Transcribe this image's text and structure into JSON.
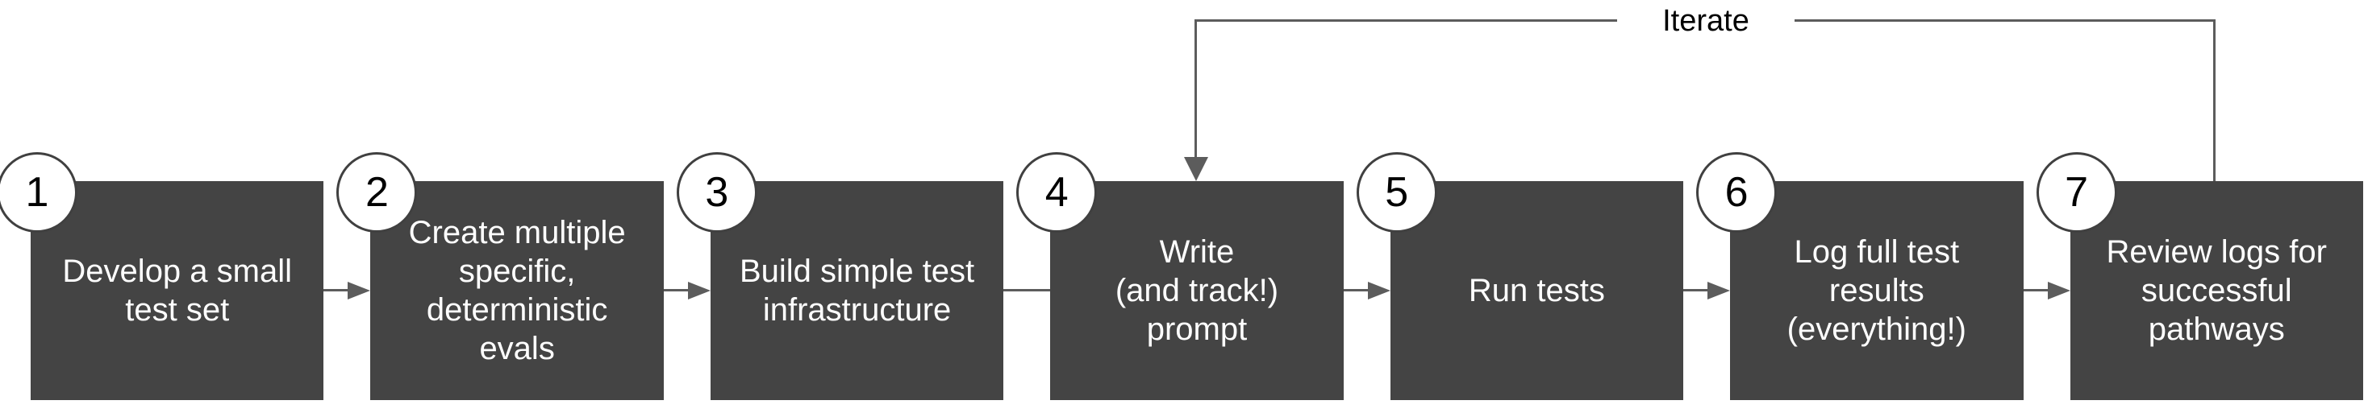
{
  "diagram": {
    "loop": {
      "label": "Iterate",
      "from_step": "7",
      "to_step": "4"
    },
    "steps": [
      {
        "number": "1",
        "label": "Develop a small\ntest set"
      },
      {
        "number": "2",
        "label": "Create multiple\nspecific,\ndeterministic\nevals"
      },
      {
        "number": "3",
        "label": "Build simple test\ninfrastructure"
      },
      {
        "number": "4",
        "label": "Write\n(and track!)\nprompt"
      },
      {
        "number": "5",
        "label": "Run tests"
      },
      {
        "number": "6",
        "label": "Log full test\nresults\n(everything!)"
      },
      {
        "number": "7",
        "label": "Review logs for\nsuccessful\npathways"
      }
    ],
    "connectors": [
      {
        "from": "1",
        "to": "2",
        "arrowhead": true
      },
      {
        "from": "2",
        "to": "3",
        "arrowhead": true
      },
      {
        "from": "3",
        "to": "4",
        "arrowhead": false
      },
      {
        "from": "4",
        "to": "5",
        "arrowhead": true
      },
      {
        "from": "5",
        "to": "6",
        "arrowhead": true
      },
      {
        "from": "6",
        "to": "7",
        "arrowhead": true
      }
    ],
    "colors": {
      "background": "#ffffff",
      "box_fill": "#444444",
      "box_text": "#ffffff",
      "connector": "#5c5c5c",
      "circle_fill": "#ffffff",
      "circle_border": "#404040",
      "number_text": "#000000",
      "label_text": "#000000"
    }
  }
}
